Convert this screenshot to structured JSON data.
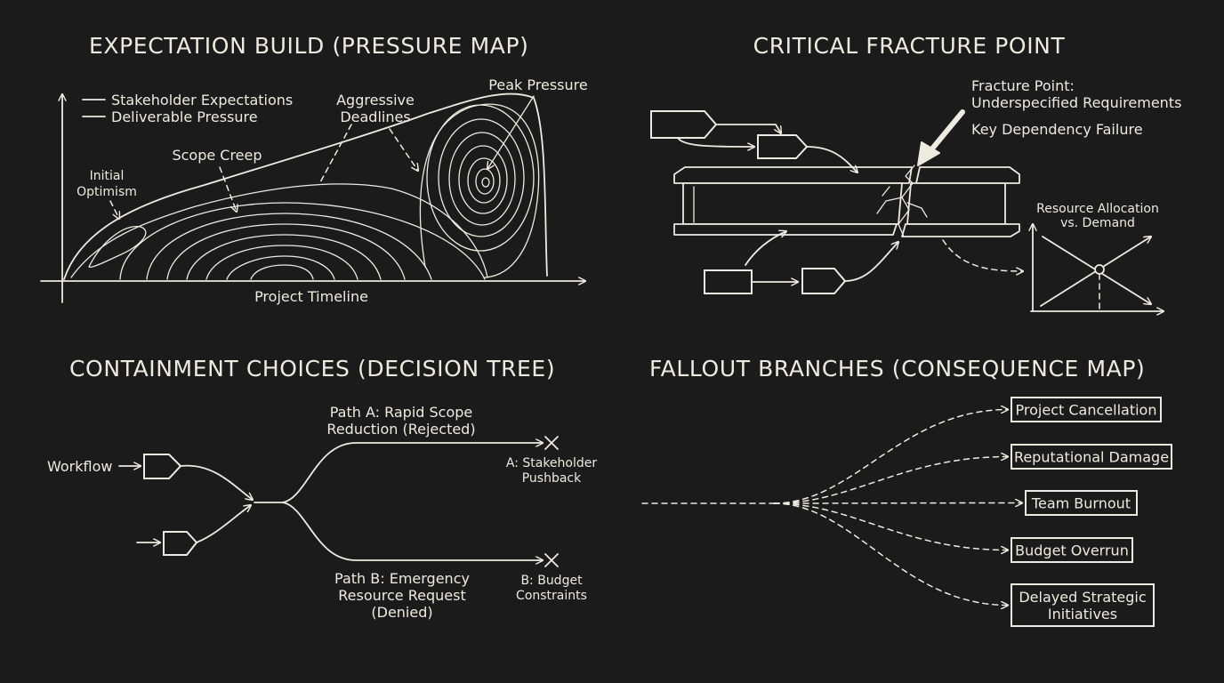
{
  "panels": {
    "expectation": {
      "title": "EXPECTATION BUILD (PRESSURE MAP)",
      "legend": [
        "Stakeholder Expectations",
        "Deliverable Pressure"
      ],
      "annotations": {
        "initial": [
          "Initial",
          "Optimism"
        ],
        "scope_creep": "Scope Creep",
        "deadlines": [
          "Aggressive",
          "Deadlines"
        ],
        "peak": "Peak Pressure"
      },
      "x_axis_label": "Project Timeline"
    },
    "fracture": {
      "title": "CRITICAL FRACTURE POINT",
      "fracture_label": [
        "Fracture Point:",
        "Underspecified Requirements"
      ],
      "dependency_label": "Key Dependency Failure",
      "resource_label": [
        "Resource Allocation",
        "vs. Demand"
      ]
    },
    "containment": {
      "title": "CONTAINMENT CHOICES (DECISION TREE)",
      "workflow_label": "Workflow",
      "path_a": [
        "Path A: Rapid Scope",
        "Reduction (Rejected)"
      ],
      "outcome_a": [
        "A: Stakeholder",
        "Pushback"
      ],
      "path_b": [
        "Path B: Emergency",
        "Resource Request",
        "(Denied)"
      ],
      "outcome_b": [
        "B: Budget",
        "Constraints"
      ]
    },
    "fallout": {
      "title": "FALLOUT BRANCHES (CONSEQUENCE MAP)",
      "consequences": [
        [
          "Project Cancellation"
        ],
        [
          "Reputational Damage"
        ],
        [
          "Team Burnout"
        ],
        [
          "Budget Overrun"
        ],
        [
          "Delayed Strategic",
          "Initiatives"
        ]
      ]
    }
  },
  "colors": {
    "background": "#1b1b1b",
    "ink": "#ecebe0"
  }
}
